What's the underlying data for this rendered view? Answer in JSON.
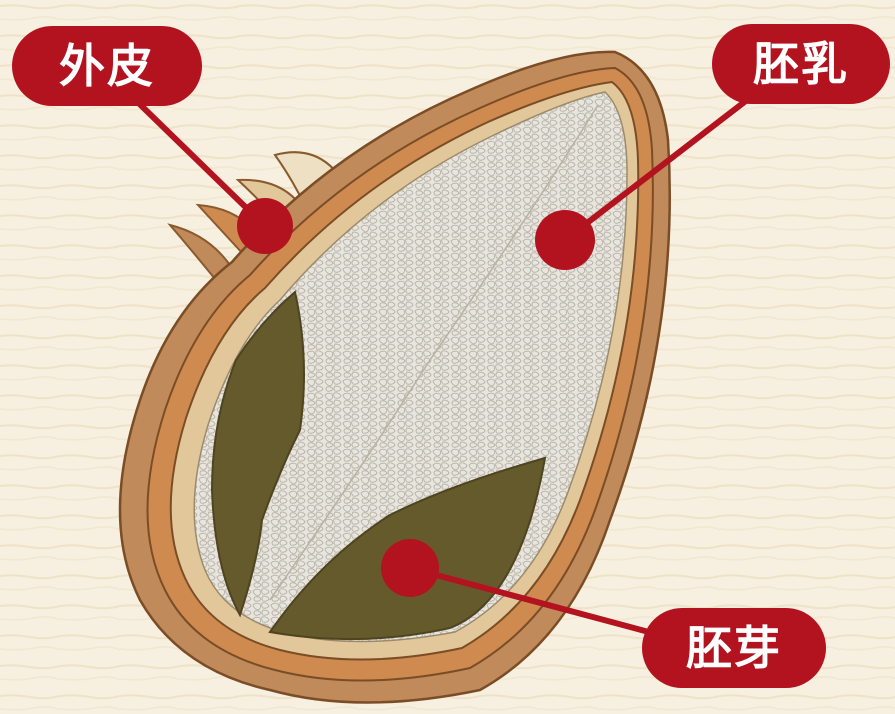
{
  "labels": {
    "husk": "外皮",
    "endosperm": "胚乳",
    "germ": "胚芽"
  },
  "colors": {
    "background": "#f7efdf",
    "label_fill": "#b3121f",
    "label_text": "#ffffff",
    "husk_outer": "#c08a5a",
    "husk_middle": "#cf8a4f",
    "husk_inner": "#e2c79a",
    "endosperm": "#e3e0d8",
    "germ": "#655a2c"
  }
}
